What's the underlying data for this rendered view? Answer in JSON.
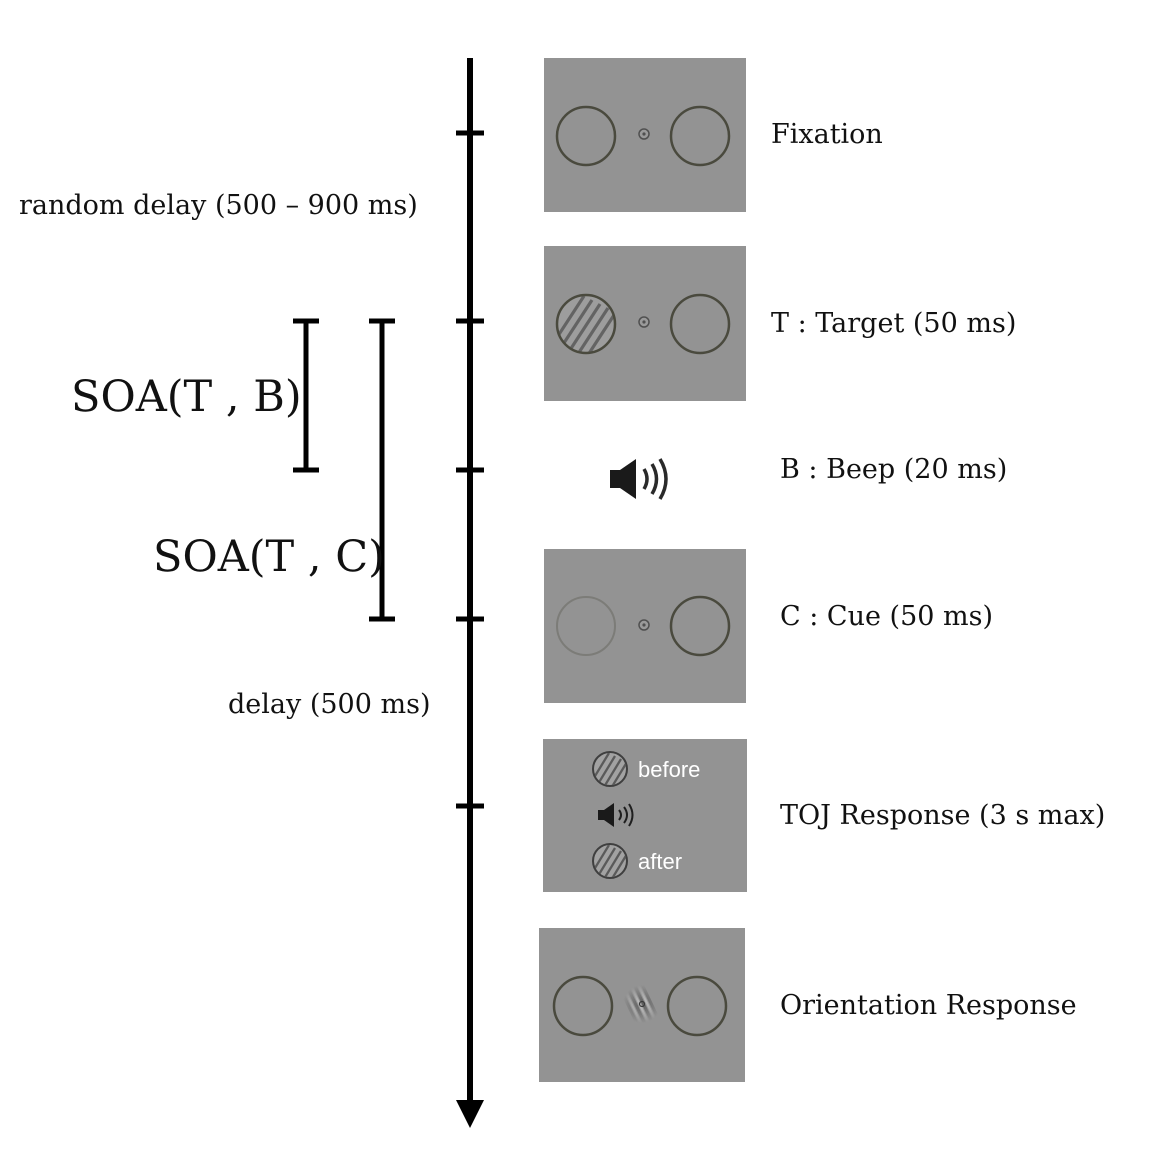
{
  "timeline": {
    "left_labels": {
      "random_delay": "random delay (500 – 900 ms)",
      "delay": "delay (500 ms)"
    },
    "soa_labels": {
      "soa_tb": "SOA(T , B)",
      "soa_tc": "SOA(T , C)"
    },
    "events": [
      {
        "id": "fixation",
        "label": "Fixation"
      },
      {
        "id": "target",
        "label": "T : Target (50 ms)"
      },
      {
        "id": "beep",
        "label": "B : Beep (20 ms)"
      },
      {
        "id": "cue",
        "label": "C : Cue (50 ms)"
      },
      {
        "id": "toj",
        "label": "TOJ Response (3 s max)"
      },
      {
        "id": "orientation",
        "label": "Orientation Response"
      }
    ],
    "toj_panel": {
      "before": "before",
      "after": "after"
    }
  },
  "colors": {
    "panel_bg": "#939393",
    "circle_stroke": "#4a4a3e",
    "axis": "#000000"
  }
}
